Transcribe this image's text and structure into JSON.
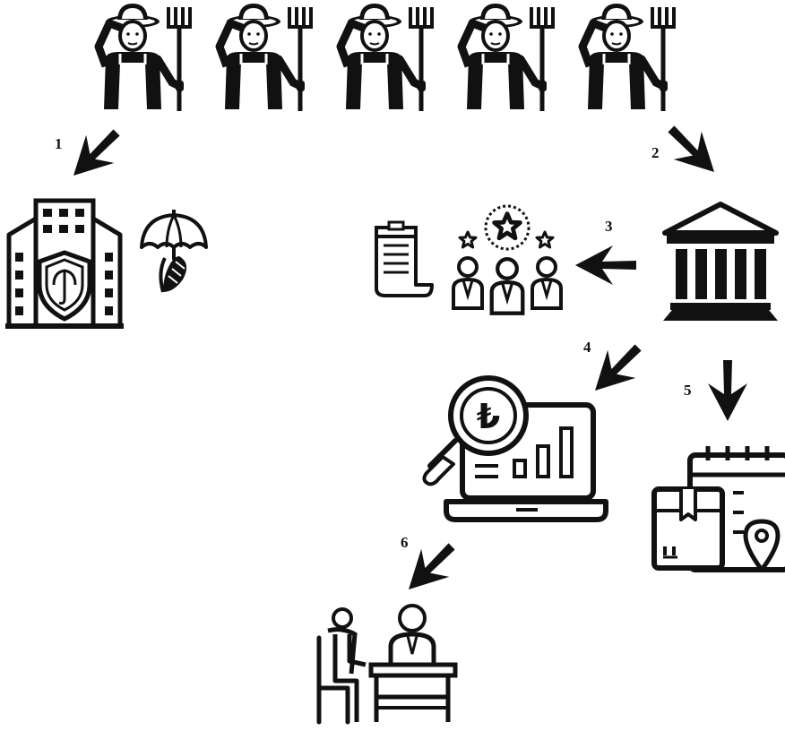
{
  "diagram": {
    "step_labels": {
      "s1": "1",
      "s2": "2",
      "s3": "3",
      "s4": "4",
      "s5": "5",
      "s6": "6"
    },
    "currency_symbol": "₺",
    "colors": {
      "ink": "#111111",
      "background": "#ffffff"
    },
    "icons": [
      "farmer-icon",
      "insurance-building-icon",
      "crop-insurance-icon",
      "bank-icon",
      "document-icon",
      "rated-team-icon",
      "financial-analysis-laptop-icon",
      "delivery-schedule-icon",
      "consultation-meeting-icon"
    ]
  }
}
